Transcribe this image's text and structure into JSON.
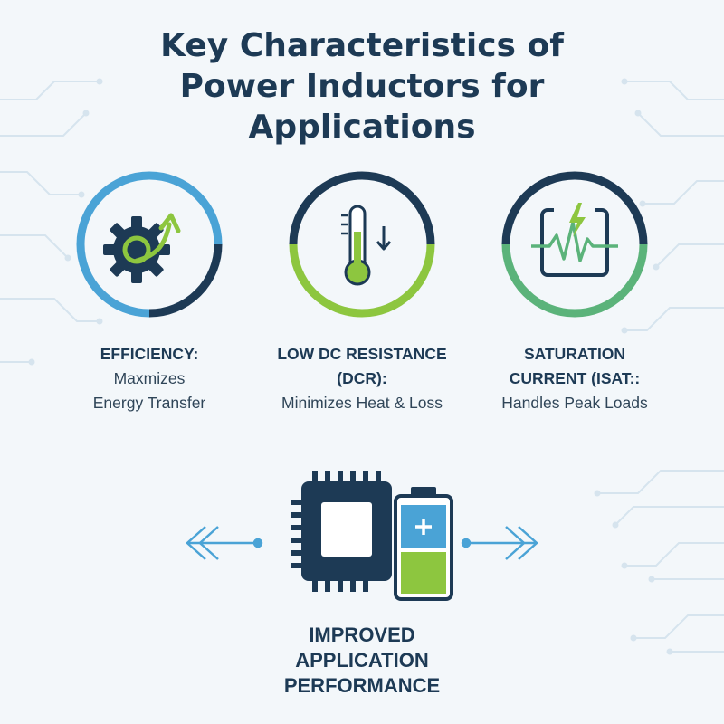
{
  "title": {
    "lines": [
      "Key Characteristics of",
      "Power Inductors for",
      "Applications"
    ]
  },
  "characteristics": [
    {
      "heading_lines": [
        "EFFICIENCY:"
      ],
      "description_lines": [
        "Maxmizes",
        "Energy Transfer"
      ],
      "icon": "gear-with-arrow-icon",
      "ring_colors": [
        "#4aa3d6",
        "#1d3a55"
      ]
    },
    {
      "heading_lines": [
        "LOW DC RESISTANCE",
        "(DCR):"
      ],
      "description_lines": [
        "Minimizes Heat & Loss"
      ],
      "icon": "thermometer-down-icon",
      "ring_colors": [
        "#8dc63f",
        "#1d3a55"
      ]
    },
    {
      "heading_lines": [
        "SATURATION",
        "CURRENT (ISAT::"
      ],
      "description_lines": [
        "Handles Peak Loads"
      ],
      "icon": "lightning-waveform-icon",
      "ring_colors": [
        "#5bb37a",
        "#1d3a55"
      ]
    }
  ],
  "outcome": {
    "lines": [
      "IMPROVED",
      "APPLICATION",
      "PERFORMANCE"
    ],
    "icons": [
      "chip-icon",
      "battery-icon"
    ]
  },
  "colors": {
    "navy": "#1d3a55",
    "blue": "#4aa3d6",
    "green": "#8dc63f",
    "teal_green": "#5bb37a"
  }
}
